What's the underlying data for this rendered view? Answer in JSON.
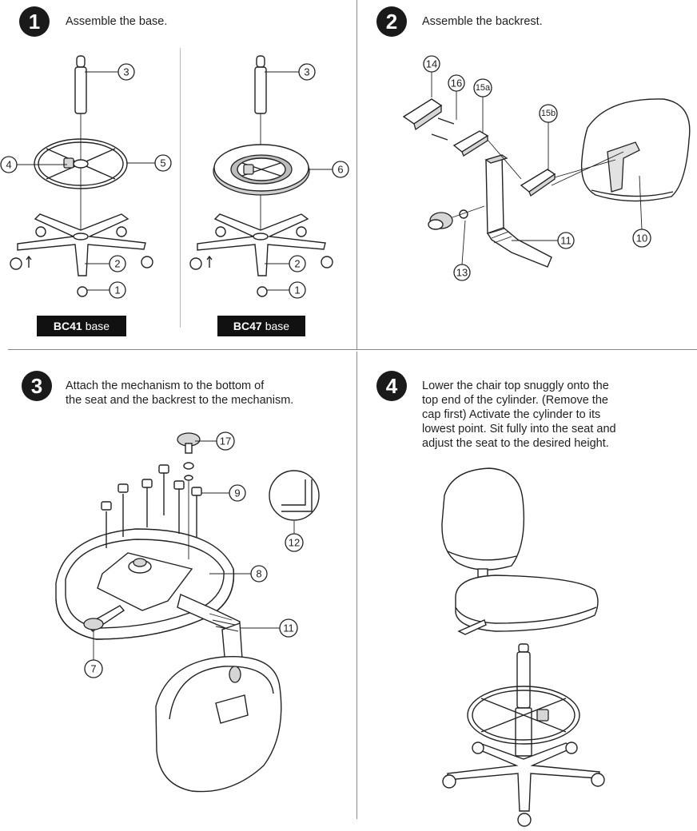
{
  "steps": [
    {
      "number": "1",
      "text": "Assemble the base."
    },
    {
      "number": "2",
      "text": "Assemble the backrest."
    },
    {
      "number": "3",
      "text": "Attach the mechanism to the bottom of\nthe seat and the backrest to the mechanism."
    },
    {
      "number": "4",
      "text": "Lower the chair top snuggly onto the\ntop end of the cylinder. (Remove the\ncap first) Activate the cylinder to its\nlowest point. Sit fully into the seat and\nadjust the seat to the desired height."
    }
  ],
  "base_labels": [
    {
      "model": "BC41",
      "suffix": "base"
    },
    {
      "model": "BC47",
      "suffix": "base"
    }
  ],
  "parts": {
    "p1": "1",
    "p2": "2",
    "p3": "3",
    "p4": "4",
    "p5": "5",
    "p6": "6",
    "p7": "7",
    "p8": "8",
    "p9": "9",
    "p10": "10",
    "p11": "11",
    "p12": "12",
    "p13": "13",
    "p14": "14",
    "p15a": "15a",
    "p15b": "15b",
    "p16": "16",
    "p17": "17"
  },
  "colors": {
    "ink": "#222222",
    "divider": "#8a8a8a",
    "badge": "#1a1a1a"
  }
}
